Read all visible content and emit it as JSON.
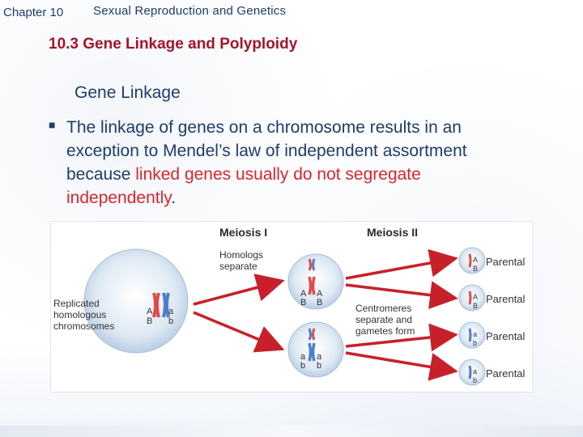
{
  "header": {
    "chapter": "Chapter 10",
    "topic": "Sexual Reproduction and Genetics"
  },
  "slide": {
    "title": "10.3 Gene Linkage and Polyploidy",
    "subtitle": "Gene Linkage",
    "bullet_part1": "The linkage of genes on a chromosome results in an exception to Mendel’s law of independent assortment because ",
    "bullet_highlight": "linked genes usually do not segregate independently",
    "bullet_end": "."
  },
  "figure": {
    "meiosis1": "Meiosis I",
    "meiosis2": "Meiosis II",
    "homologs_line1": "Homologs",
    "homologs_line2": "separate",
    "replicated_line1": "Replicated",
    "replicated_line2": "homologous",
    "replicated_line3": "chromosomes",
    "centromeres_line1": "Centromeres",
    "centromeres_line2": "separate and",
    "centromeres_line3": "gametes form",
    "parental": [
      "Parental",
      "Parental",
      "Parental",
      "Parental"
    ],
    "alleles": {
      "A": "A",
      "a": "a",
      "B": "B",
      "b": "b"
    }
  },
  "colors": {
    "text_blue": "#1f3c6b",
    "title_red": "#a3142c",
    "highlight_red": "#d8262d",
    "arrow_red": "#c8202a"
  }
}
